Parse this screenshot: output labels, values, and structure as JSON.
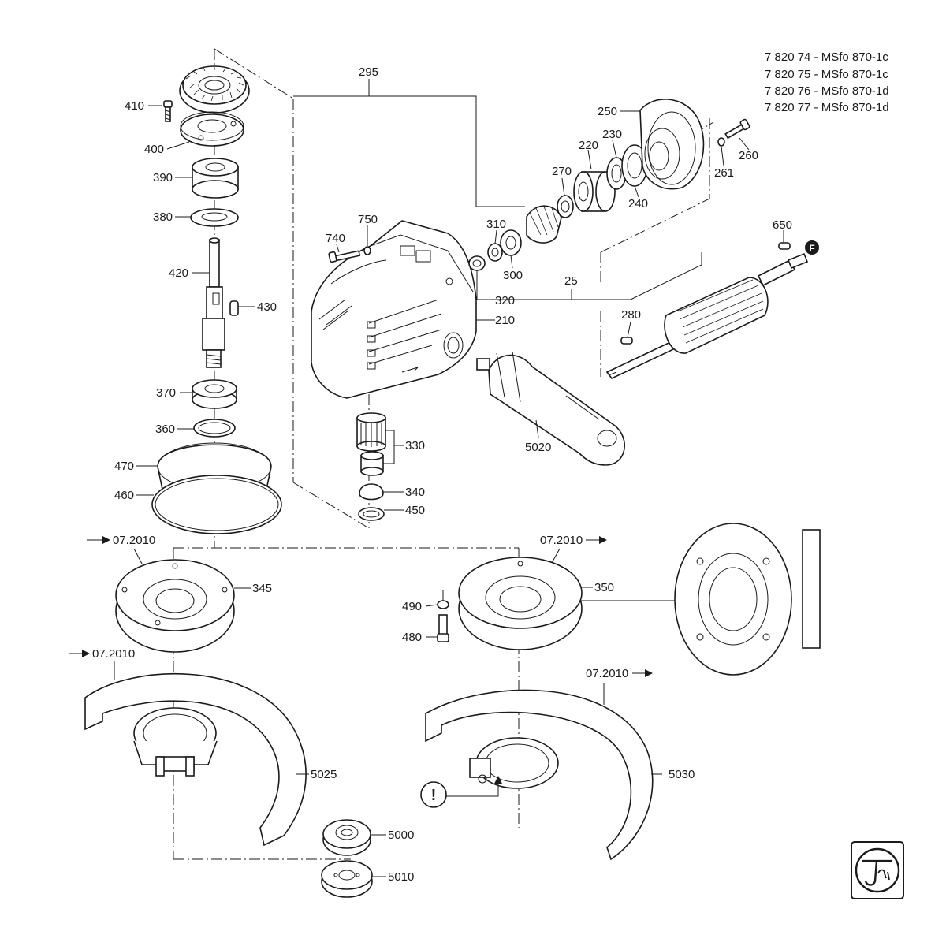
{
  "header_lines": [
    "7 820 74 - MSfo 870-1c",
    "7 820 75 - MSfo 870-1c",
    "7 820 76 - MSfo 870-1d",
    "7 820 77 - MSfo 870-1d"
  ],
  "labels": {
    "p410": "410",
    "p400": "400",
    "p390": "390",
    "p380": "380",
    "p420": "420",
    "p430": "430",
    "p370": "370",
    "p360": "360",
    "p470": "470",
    "p460": "460",
    "p295": "295",
    "p250": "250",
    "p230": "230",
    "p220": "220",
    "p270": "270",
    "p260": "260",
    "p261": "261",
    "p240": "240",
    "p310": "310",
    "p300": "300",
    "p750": "750",
    "p740": "740",
    "p650": "650",
    "p25": "25",
    "p320": "320",
    "p210": "210",
    "p280": "280",
    "p330": "330",
    "p340": "340",
    "p450": "450",
    "p5020": "5020",
    "p345": "345",
    "p350": "350",
    "p490": "490",
    "p480": "480",
    "p5025": "5025",
    "p5030": "5030",
    "p5000": "5000",
    "p5010": "5010"
  },
  "dates": {
    "d_345": "07.2010",
    "d_350": "07.2010",
    "d_5025": "07.2010",
    "d_5030": "07.2010"
  },
  "markers": {
    "f_marker": "F",
    "warning": "!"
  },
  "icons": {
    "arrow": "arrow-right-icon",
    "logo": "fein-logo"
  }
}
